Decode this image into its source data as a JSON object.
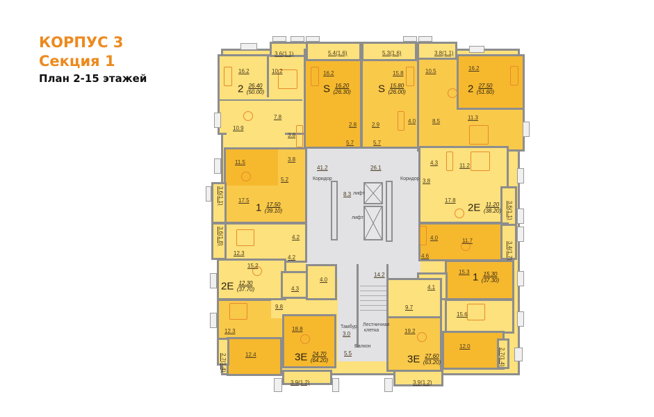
{
  "header": {
    "building": "КОРПУС 3",
    "section": "Секция 1",
    "plan": "План 2-15 этажей"
  },
  "colors": {
    "accent": "#ec8a1e",
    "apartment_light": "#fce17c",
    "apartment_mid": "#f9c94a",
    "apartment_dark": "#f6b92e",
    "common_area": "#e2e2e4",
    "wall": "#8d8d8d"
  },
  "apartments": [
    {
      "id": "top-left-2",
      "type": "2",
      "living": "26.40",
      "total": "(50.00)"
    },
    {
      "id": "top-studio-left",
      "type": "S",
      "living": "16.20",
      "total": "(26.30)"
    },
    {
      "id": "top-studio-right",
      "type": "S",
      "living": "15.80",
      "total": "(26.00)"
    },
    {
      "id": "top-right-2",
      "type": "2",
      "living": "27.50",
      "total": "(51.60)"
    },
    {
      "id": "left-1",
      "type": "1",
      "living": "17.50",
      "total": "(39.10)"
    },
    {
      "id": "right-2e",
      "type": "2E",
      "living": "11.20",
      "total": "(38.20)"
    },
    {
      "id": "left-2e",
      "type": "2E",
      "living": "12.30",
      "total": "(37.70)"
    },
    {
      "id": "right-1",
      "type": "1",
      "living": "15.30",
      "total": "(37.30)"
    },
    {
      "id": "bottom-left-3e",
      "type": "3E",
      "living": "24.70",
      "total": "(64.20)"
    },
    {
      "id": "bottom-right-3e",
      "type": "3E",
      "living": "27.60",
      "total": "(63.20)"
    }
  ],
  "rooms": {
    "tl_balcony": "3.6(1.1)",
    "tl_living": "16.2",
    "tl_bedroom": "10.2",
    "tl_hall": "7.8",
    "tl_kitchen": "10.9",
    "tl_bath": "3.8",
    "sl_balcony": "5.4(1.6)",
    "sl_room": "16.2",
    "sl_bath": "2.8",
    "sl_hall": "5.7",
    "sr_balcony": "5.3(1.6)",
    "sr_room": "15.8",
    "sr_bath": "2.9",
    "sr_hall": "5.7",
    "tr_balcony": "3.8(1.1)",
    "tr_kitchen": "10.5",
    "tr_living": "16.2",
    "tr_bath": "4.0",
    "tr_hall": "8.5",
    "tr_bedroom": "11.3",
    "l1_kitchen": "11.5",
    "l1_bath": "3.8",
    "l1_hall": "5.2",
    "l1_room": "17.5",
    "l1_balcony": "3.6(1.1)",
    "r2e_bath": "4.3",
    "r2e_bedroom": "11.2",
    "r2e_hall": "3.8",
    "r2e_living": "17.8",
    "r2e_balcony": "3.6(1.1)",
    "l2e_balcony": "3.6(1.8)",
    "l2e_bedroom": "12.3",
    "l2e_bath": "4.2",
    "l2e_hall": "4.2",
    "l2e_living": "15.2",
    "l2e_bath2": "4.3",
    "r1_bath": "4.0",
    "r1_kitchen": "11.7",
    "r1_hall": "4.6",
    "r1_balcony": "3.4(1.7)",
    "r1_room": "15.3",
    "r1_bath2": "4.1",
    "bl_bath": "4.0",
    "bl_hall": "9.8",
    "bl_bedroom1": "12.3",
    "bl_bedroom2": "12.4",
    "bl_living": "18.8",
    "bl_balcony": "3.9(1.2)",
    "bl_balcony2": "2.7(1.4)",
    "br_hall": "9.7",
    "br_bedroom1": "15.6",
    "br_living": "19.2",
    "br_bedroom2": "12.0",
    "br_balcony": "3.9(1.2)",
    "br_balcony2": "2.7(1.4)"
  },
  "common": {
    "corridor_left_area": "41.2",
    "corridor_right_area": "26.1",
    "corridor_left_label": "Коридор",
    "corridor_right_label": "Коридор",
    "lift_hall_area": "8.3",
    "lift_label_1": "лифт",
    "lift_label_2": "лифт",
    "stair_area": "14.2",
    "stair_label_1": "Лестничная",
    "stair_label_2": "клетка",
    "vestibule_label": "Тамбур",
    "vestibule_area": "3.0",
    "balcony_label": "Балкон",
    "balcony_area": "5.5"
  }
}
